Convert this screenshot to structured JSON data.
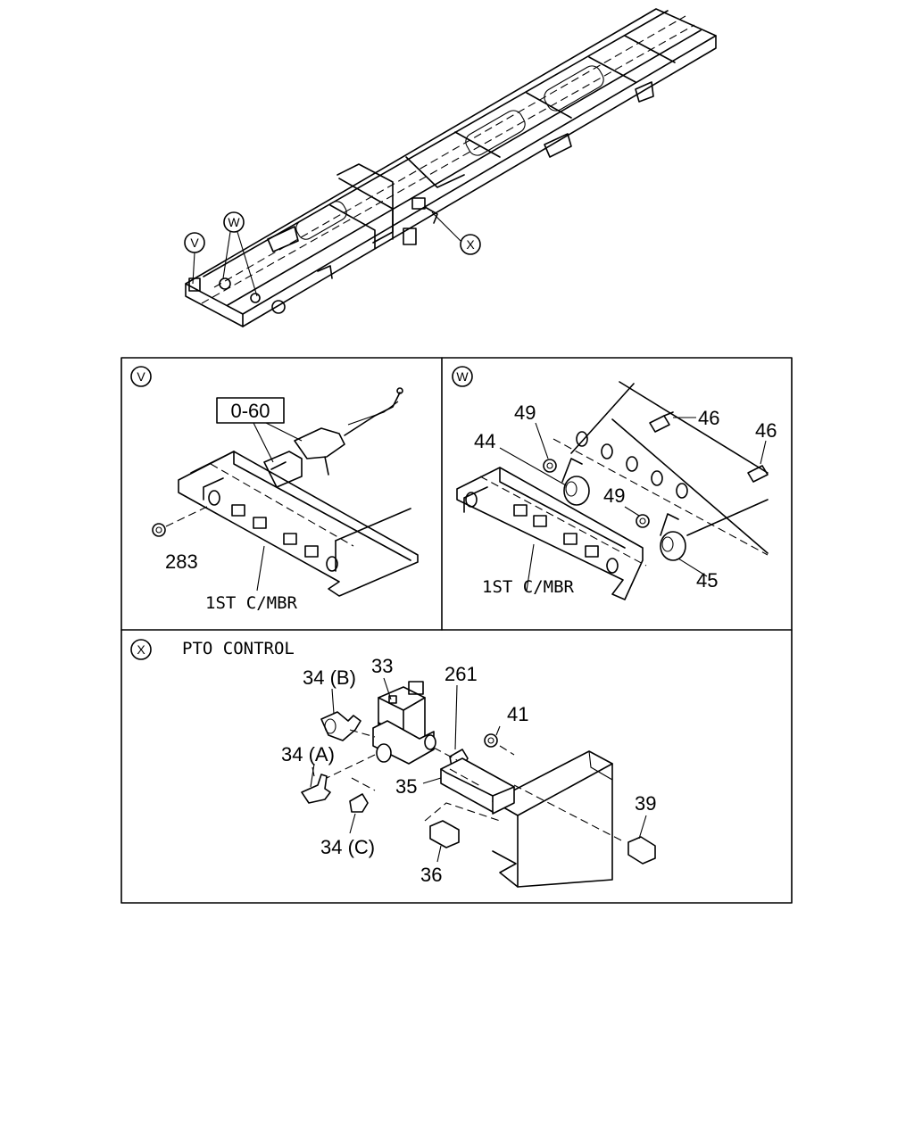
{
  "overview": {
    "callouts": {
      "v": "V",
      "w": "W",
      "x": "X"
    }
  },
  "panel_v": {
    "letter": "V",
    "ref_box": "0-60",
    "part_283": "283",
    "member_label": "1ST C/MBR"
  },
  "panel_w": {
    "letter": "W",
    "part_44": "44",
    "part_45": "45",
    "part_46_a": "46",
    "part_46_b": "46",
    "part_49_a": "49",
    "part_49_b": "49",
    "member_label": "1ST C/MBR"
  },
  "panel_x": {
    "letter": "X",
    "title": "PTO CONTROL",
    "part_33": "33",
    "part_34b": "34 (B)",
    "part_34a": "34 (A)",
    "part_34c": "34 (C)",
    "part_35": "35",
    "part_36": "36",
    "part_39": "39",
    "part_41": "41",
    "part_261": "261"
  }
}
